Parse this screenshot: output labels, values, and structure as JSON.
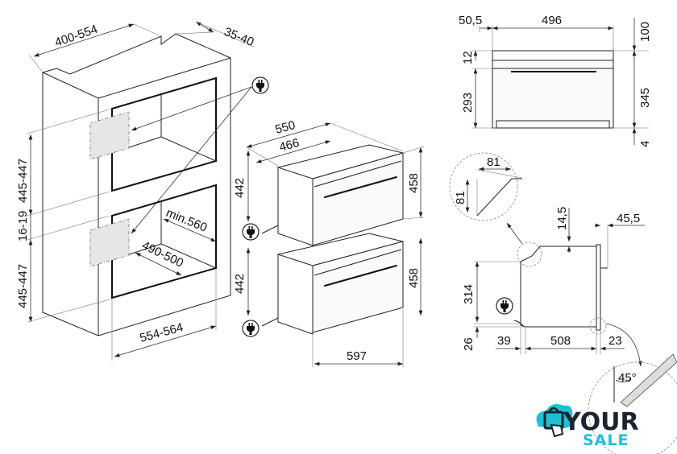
{
  "cabinet": {
    "width_top": "400-554",
    "rear_gap": "35-40",
    "upper_height": "445-447",
    "gap": "16-19",
    "lower_height": "445-447",
    "depth_min": "min.560",
    "inner_depth": "490-500",
    "width_front": "554-564"
  },
  "ovens": {
    "depth_total": "550",
    "depth_body": "466",
    "upper_body_height": "442",
    "upper_front_height": "458",
    "lower_body_height": "442",
    "lower_front_height": "458",
    "front_width": "597"
  },
  "front_view": {
    "left_offset": "50,5",
    "body_width": "496",
    "top_clearance": "100",
    "panel_height": "12",
    "door_height": "293",
    "front_height": "345",
    "bottom_gap": "4"
  },
  "side_view": {
    "chamfer_w": "81",
    "chamfer_h": "81",
    "top_offset": "14,5",
    "handle_depth": "45,5",
    "body_height": "314",
    "bottom_height": "26",
    "rear_offset": "39",
    "body_depth": "508",
    "door_thickness": "23",
    "angle": "45°"
  },
  "icons": {
    "plug": "plug-icon"
  },
  "logo": {
    "word1": "YOUR",
    "word2": "SALE",
    "accent": "#1fc0d6",
    "dark": "#1d2430"
  }
}
